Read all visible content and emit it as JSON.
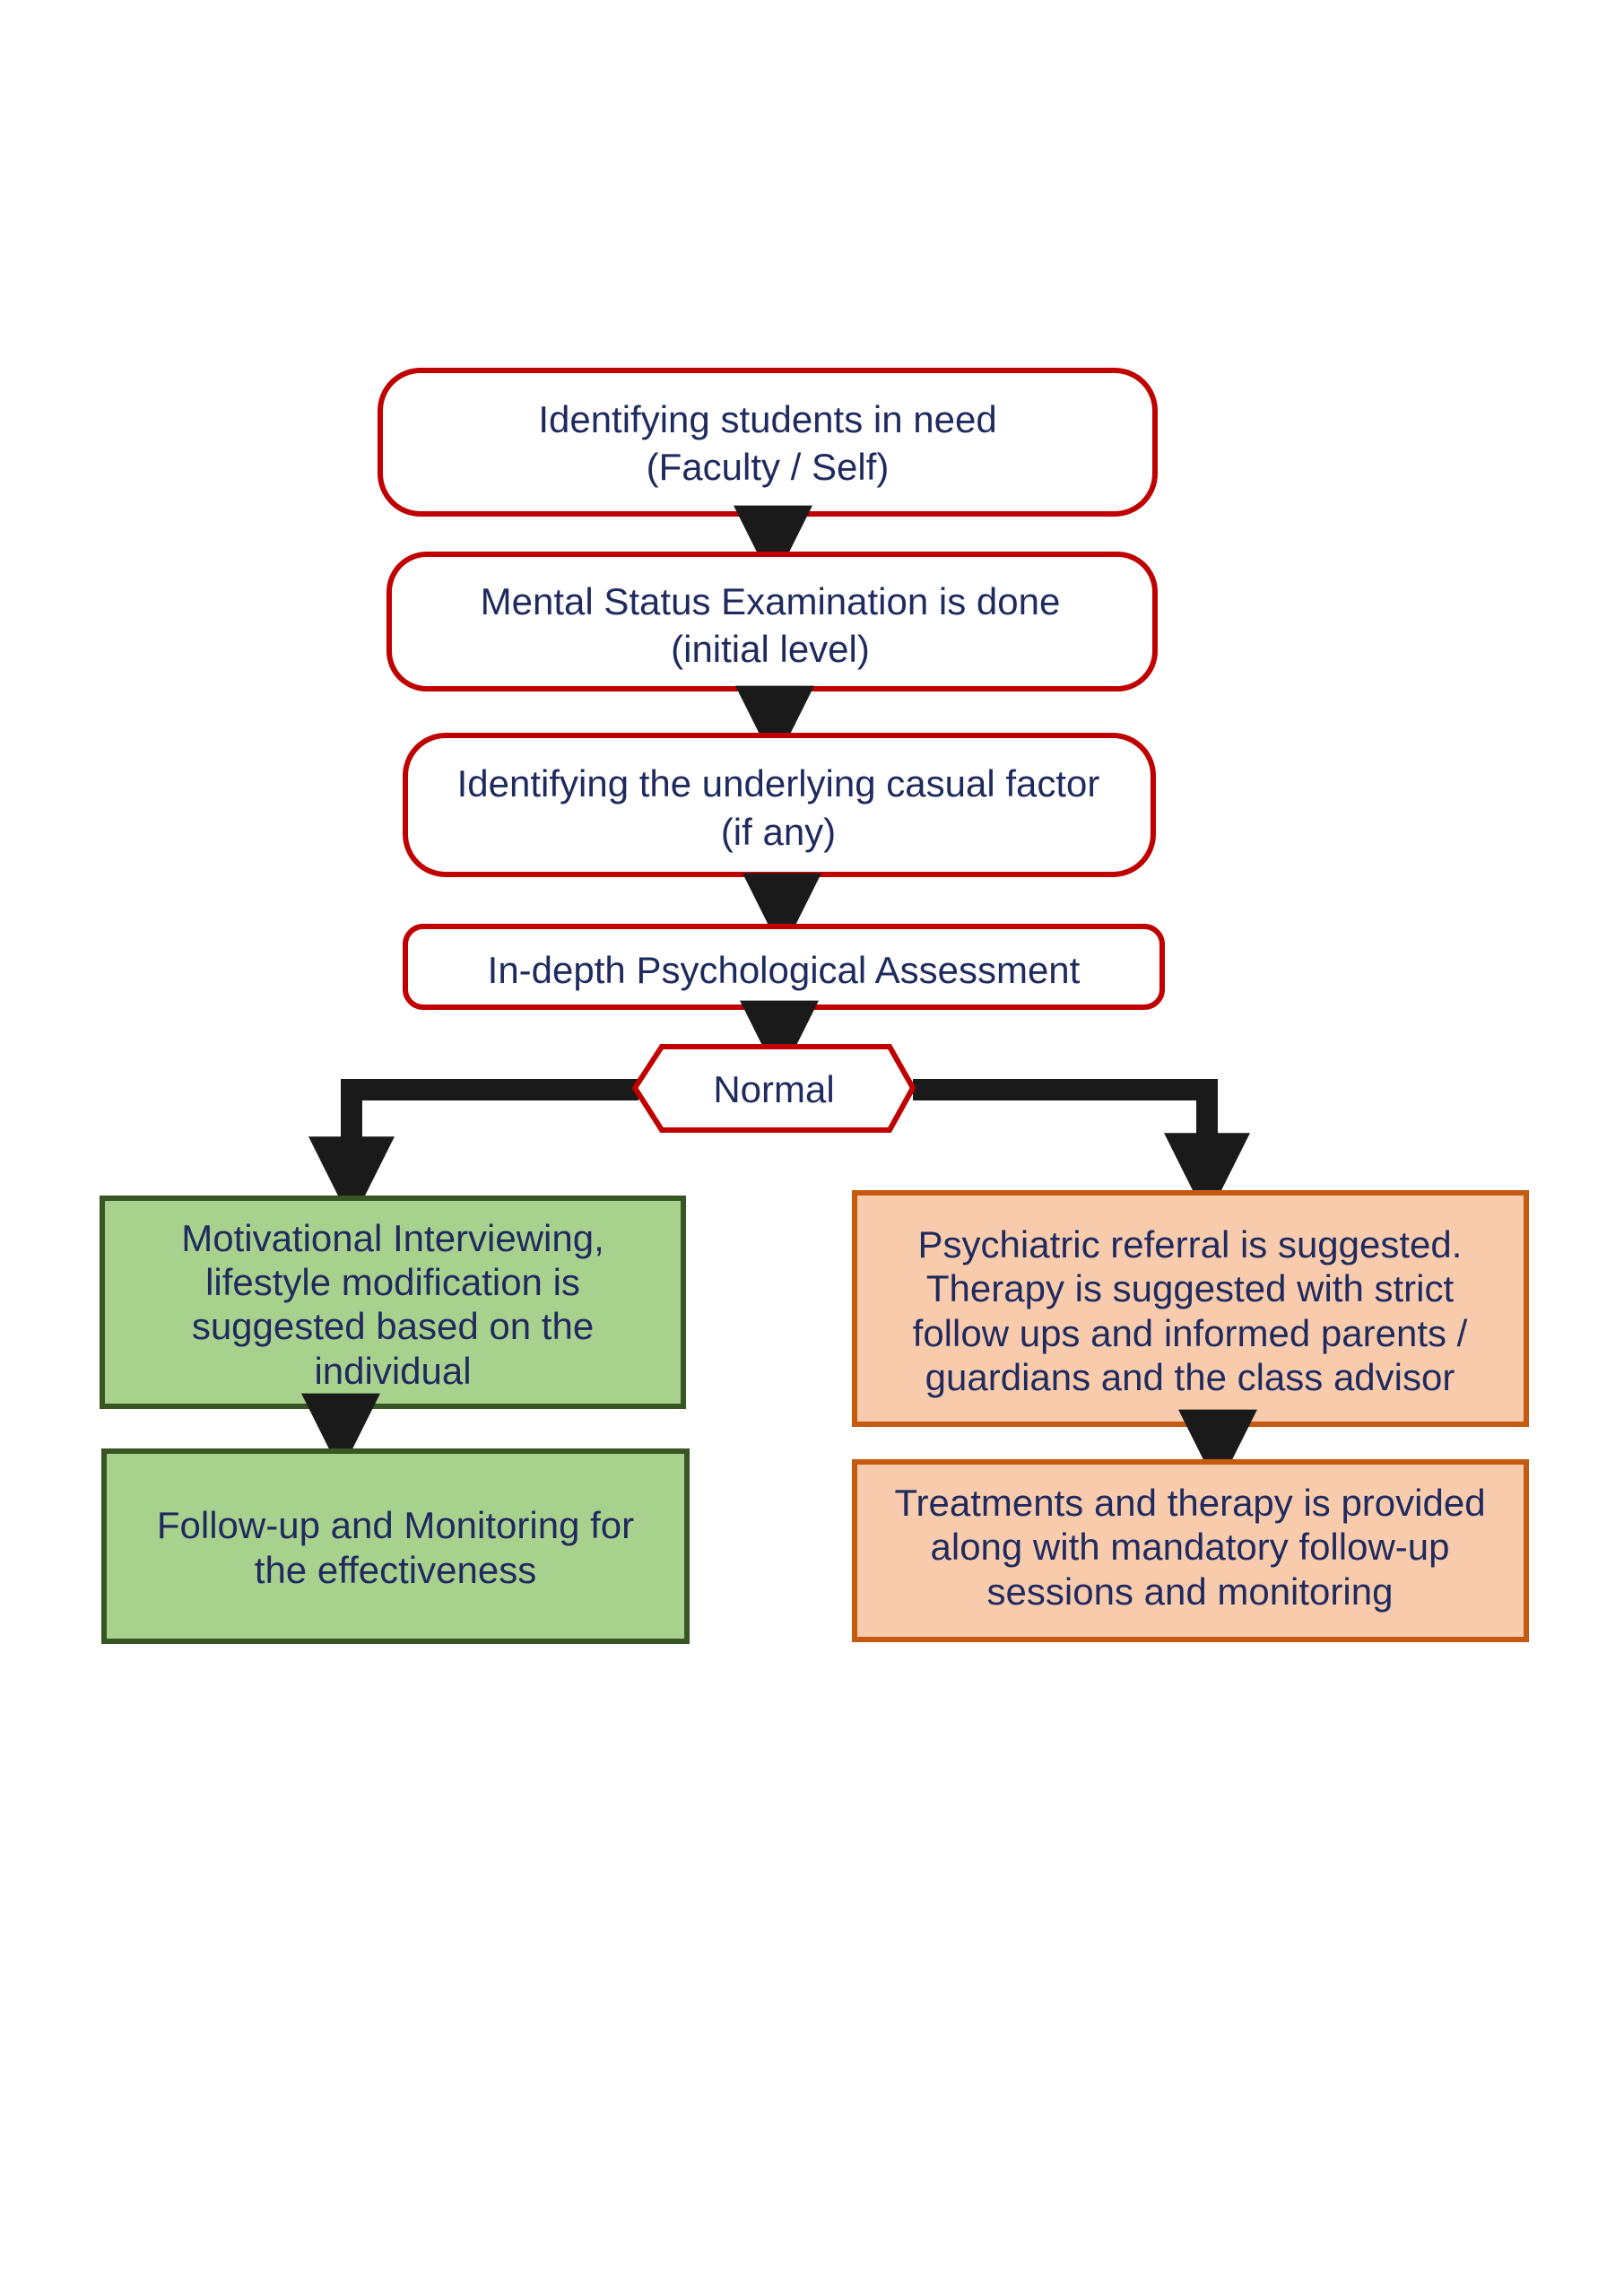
{
  "colors": {
    "text": "#1f2a5e",
    "red_border": "#c00000",
    "green_fill": "#a9d18e",
    "green_border": "#375623",
    "orange_fill": "#f8cbad",
    "orange_border": "#c55a11",
    "arrow": "#1a1a1a"
  },
  "nodes": {
    "identify": {
      "line1": "Identifying students in need",
      "line2": "(Faculty / Self)"
    },
    "mse": {
      "line1": "Mental Status Examination is done",
      "line2": "(initial level)"
    },
    "causal": {
      "line1": "Identifying the underlying casual factor",
      "line2": "(if any)"
    },
    "assessment": {
      "line1": "In-depth Psychological Assessment"
    },
    "decision": {
      "label": "Normal"
    },
    "left_action": {
      "line1": "Motivational Interviewing,",
      "line2": "lifestyle modification is",
      "line3": "suggested based on the",
      "line4": "individual"
    },
    "left_followup": {
      "line1": "Follow-up and Monitoring for",
      "line2": "the effectiveness"
    },
    "right_action": {
      "line1": "Psychiatric referral is suggested.",
      "line2": "Therapy is suggested with strict",
      "line3": "follow ups and informed parents /",
      "line4": "guardians and the class advisor"
    },
    "right_treatment": {
      "line1": "Treatments and therapy is provided",
      "line2": "along with mandatory follow-up",
      "line3": "sessions and monitoring"
    }
  }
}
